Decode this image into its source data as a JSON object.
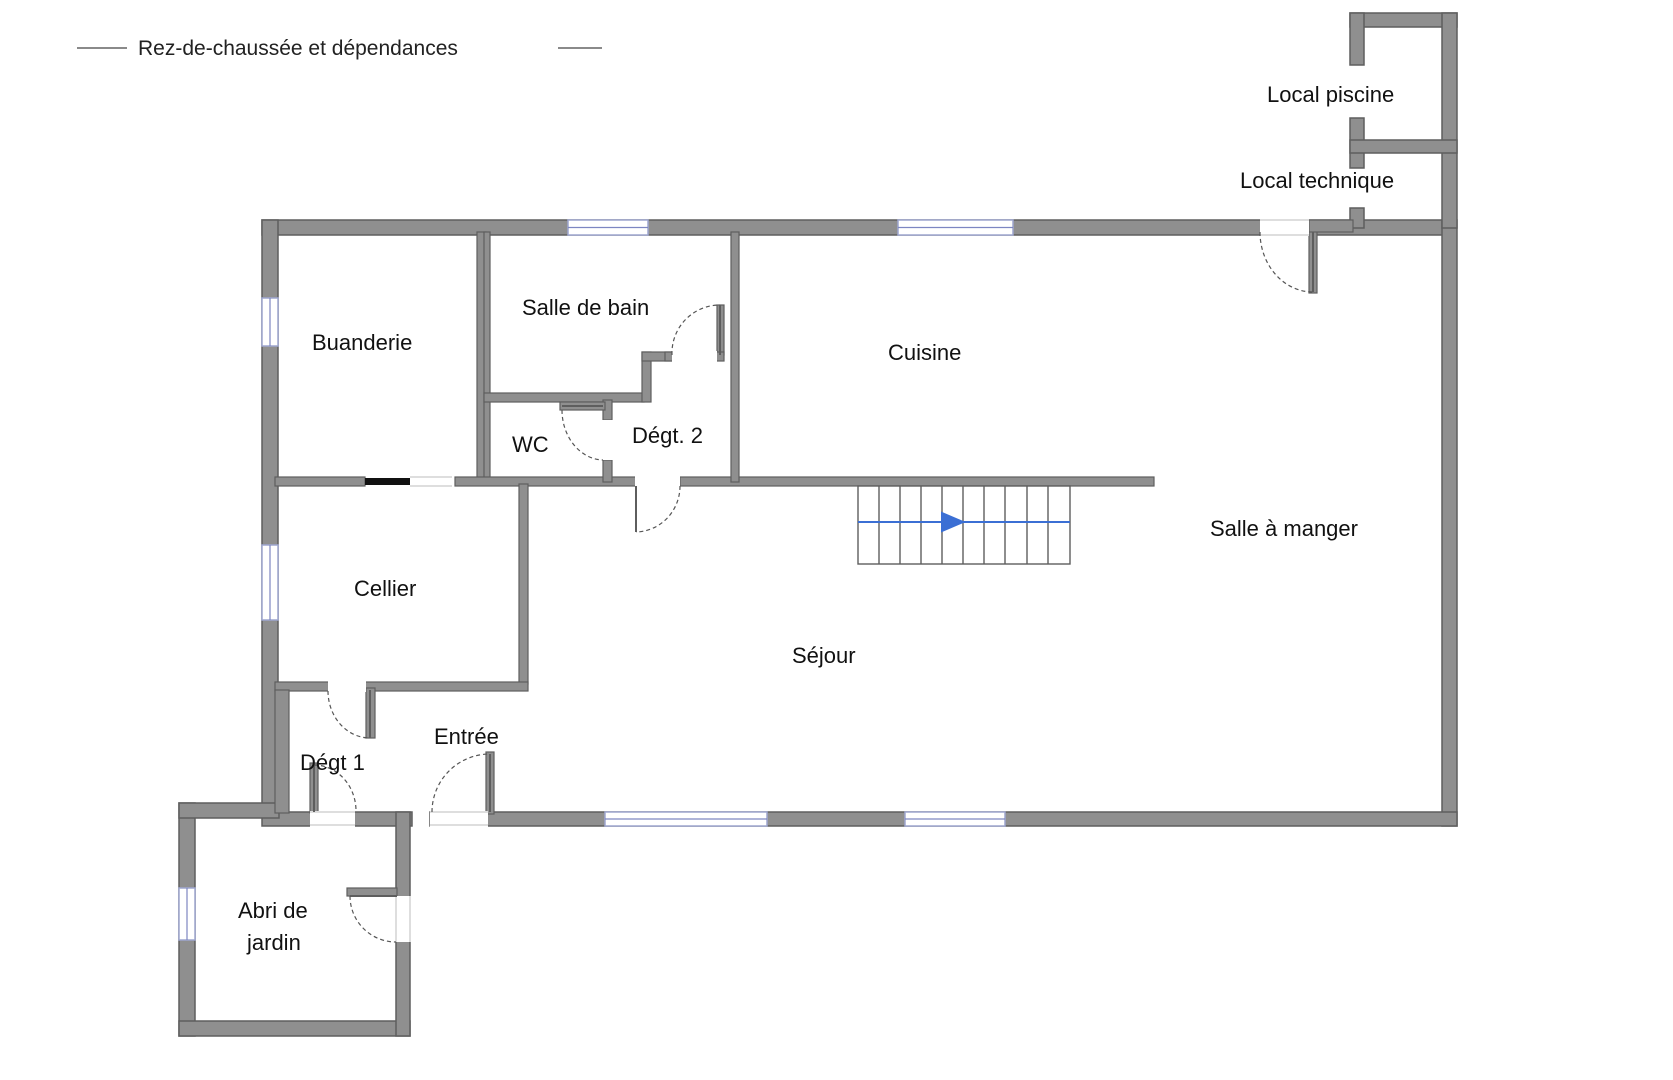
{
  "plan": {
    "title": "Rez-de-chaussée et dépendances",
    "rooms": {
      "local_piscine": "Local piscine",
      "local_technique": "Local technique",
      "buanderie": "Buanderie",
      "salle_de_bain": "Salle de bain",
      "cuisine": "Cuisine",
      "wc": "WC",
      "degt2": "Dégt. 2",
      "salle_a_manger": "Salle à manger",
      "cellier": "Cellier",
      "sejour": "Séjour",
      "entree": "Entrée",
      "degt1": "Dégt 1",
      "abri_line1": "Abri de",
      "abri_line2": "jardin"
    },
    "colors": {
      "wall": "#8f8f8f",
      "window": "#7d86c2",
      "stair_arrow": "#3b6fd4"
    }
  }
}
